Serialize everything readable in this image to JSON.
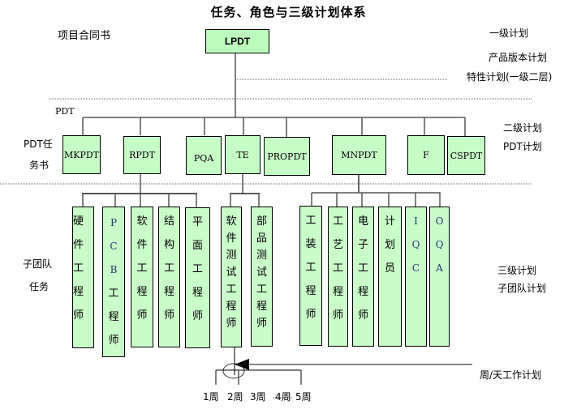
{
  "title": "任务、角色与三级计划体系",
  "left_labels": {
    "project_contract": "项目合同书",
    "pdt": "PDT",
    "pdt_task_line1": "PDT任",
    "pdt_task_line2": "务书",
    "subteam_task_line1": "子团队",
    "subteam_task_line2": "任务"
  },
  "right_labels": {
    "level1": "一级计划",
    "product_version_plan": "产品版本计划",
    "feature_plan": "特性计划(一级二层)",
    "level2": "二级计划",
    "pdt_plan": "PDT计划",
    "level3": "三级计划",
    "subteam_plan": "子团队计划",
    "weekly_daily_plan": "周/天工作计划"
  },
  "level1_node": {
    "label": "LPDT"
  },
  "level2_nodes": [
    {
      "id": "mkpdt",
      "label": "MKPDT"
    },
    {
      "id": "rpdt",
      "label": "RPDT"
    },
    {
      "id": "pqa",
      "label": "PQA"
    },
    {
      "id": "te",
      "label": "TE"
    },
    {
      "id": "propdt",
      "label": "PROPDT"
    },
    {
      "id": "mnpdt",
      "label": "MNPDT"
    },
    {
      "id": "f",
      "label": "F"
    },
    {
      "id": "cspdt",
      "label": "CSPDT"
    }
  ],
  "level3_groups": {
    "rpdt": [
      {
        "label": "硬件工程师",
        "chars": [
          "硬",
          "件",
          "工",
          "程",
          "师"
        ]
      },
      {
        "label": "PCB工程师",
        "chars": [
          "P",
          "C",
          "B",
          "工",
          "程",
          "师"
        ]
      },
      {
        "label": "软件工程师",
        "chars": [
          "软",
          "件",
          "工",
          "程",
          "师"
        ]
      },
      {
        "label": "结构工程师",
        "chars": [
          "结",
          "构",
          "工",
          "程",
          "师"
        ]
      },
      {
        "label": "平面工程师",
        "chars": [
          "平",
          "面",
          "工",
          "程",
          "师"
        ]
      }
    ],
    "te": [
      {
        "label": "软件测试工程师",
        "chars": [
          "软",
          "件",
          "测",
          "试",
          "工",
          "程",
          "师"
        ]
      },
      {
        "label": "部品测试工程师",
        "chars": [
          "部",
          "品",
          "测",
          "试",
          "工",
          "程",
          "师"
        ]
      }
    ],
    "mnpdt": [
      {
        "label": "工装工程师",
        "chars": [
          "工",
          "装",
          "工",
          "程",
          "师"
        ]
      },
      {
        "label": "工艺工程师",
        "chars": [
          "工",
          "艺",
          "工",
          "程",
          "师"
        ]
      },
      {
        "label": "电子工程师",
        "chars": [
          "电",
          "子",
          "工",
          "程",
          "师"
        ]
      },
      {
        "label": "计划员",
        "chars": [
          "计",
          "划",
          "员"
        ]
      },
      {
        "label": "IQC",
        "chars": [
          "I",
          "Q",
          "C"
        ]
      },
      {
        "label": "OQA",
        "chars": [
          "O",
          "Q",
          "A"
        ]
      }
    ]
  },
  "weeks": [
    "1周",
    "2周",
    "3周",
    "4周",
    "5周"
  ],
  "colors": {
    "node_fill": "#c6fcc6",
    "node_border": "#000000",
    "connector": "#555555",
    "divider": "#888888"
  }
}
